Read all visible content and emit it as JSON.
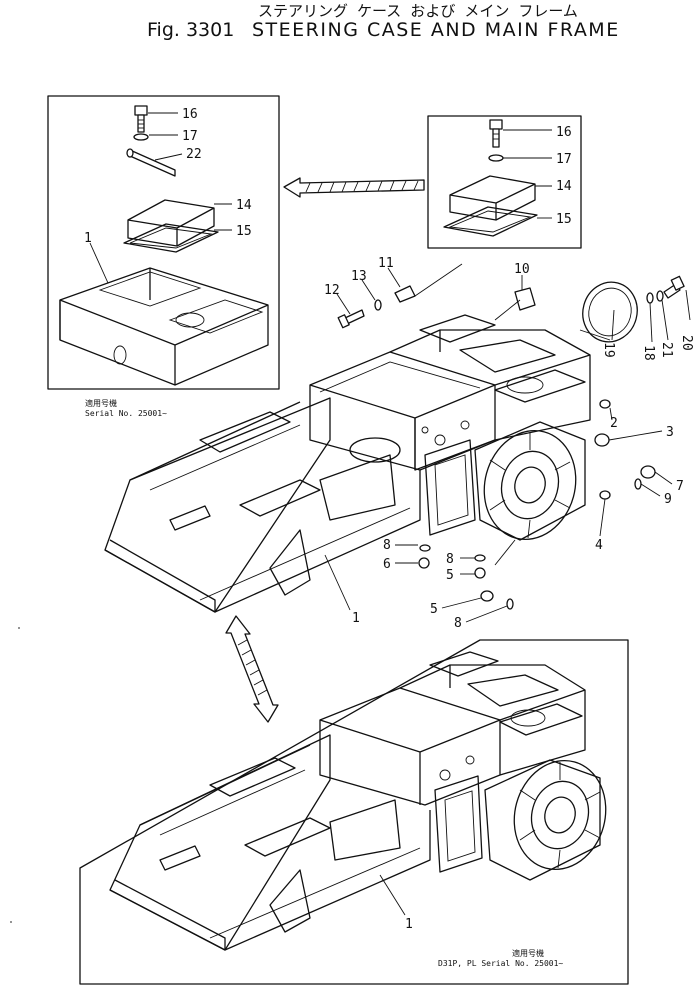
{
  "header": {
    "japanese_title": "ステアリング ケース および メイン フレーム",
    "fig_label": "Fig. 3301",
    "title": "STEERING CASE AND MAIN FRAME"
  },
  "inset_left": {
    "callouts": [
      "16",
      "17",
      "22",
      "14",
      "15",
      "1"
    ],
    "serial_jp": "適用号機",
    "serial_text": "Serial No. 25001~"
  },
  "inset_right": {
    "callouts": [
      "16",
      "17",
      "14",
      "15"
    ]
  },
  "main_assembly": {
    "callouts": [
      "11",
      "13",
      "12",
      "10",
      "20",
      "21",
      "18",
      "19",
      "2",
      "3",
      "7",
      "9",
      "4",
      "8",
      "6",
      "8",
      "5",
      "5",
      "8",
      "1"
    ]
  },
  "lower_assembly": {
    "callouts": [
      "1"
    ],
    "serial_jp": "適用号機",
    "serial_text": "D31P, PL Serial No. 25001~"
  },
  "icons": {
    "arrow_to_left_inset": "hatched-arrow-icon",
    "double_arrow": "hatched-double-arrow-icon"
  },
  "colors": {
    "ink": "#111111",
    "paper": "#ffffff"
  }
}
